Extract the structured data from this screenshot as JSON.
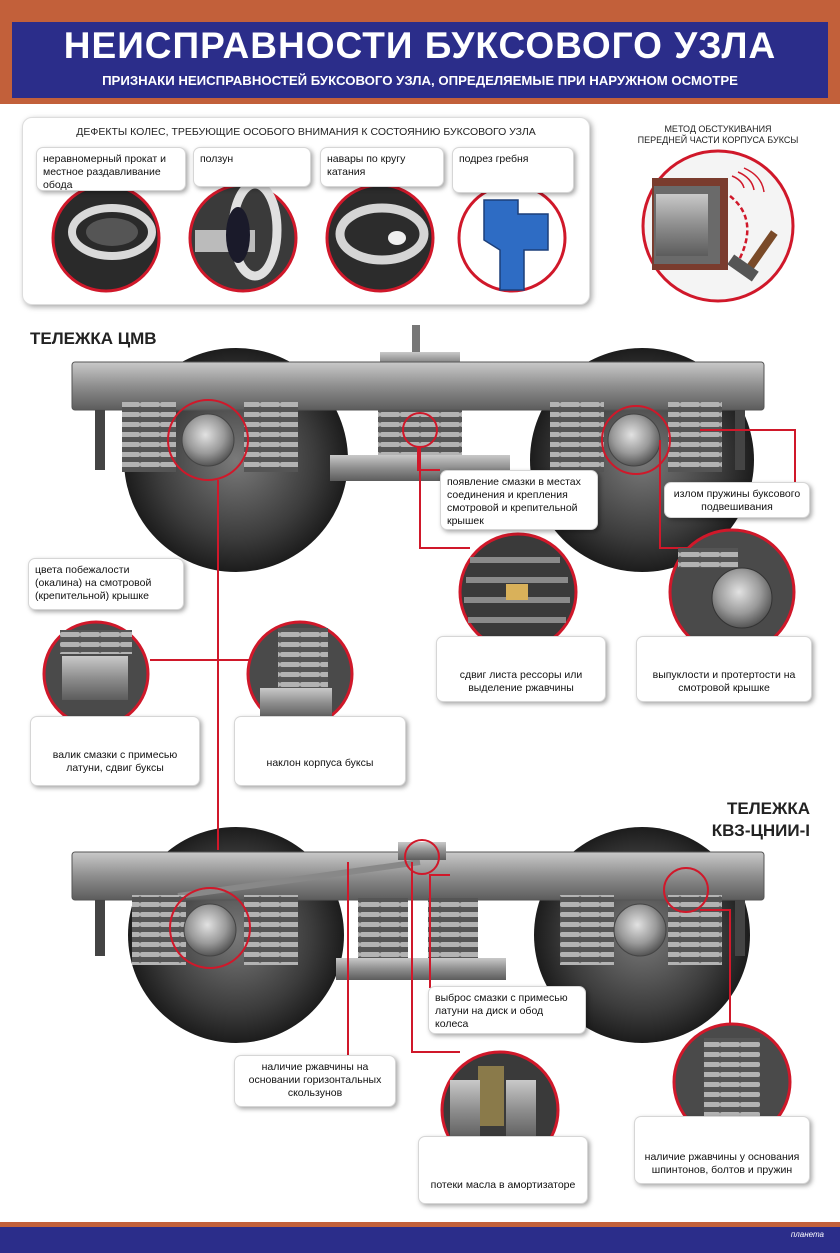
{
  "title": "НЕИСПРАВНОСТИ БУКСОВОГО УЗЛА",
  "subtitle": "ПРИЗНАКИ НЕИСПРАВНОСТЕЙ БУКСОВОГО УЗЛА, ОПРЕДЕЛЯЕМЫЕ ПРИ НАРУЖНОМ ОСМОТРЕ",
  "wheel_defects": {
    "heading": "ДЕФЕКТЫ КОЛЕС, ТРЕБУЮЩИЕ ОСОБОГО ВНИМАНИЯ К СОСТОЯНИЮ БУКСОВОГО УЗЛА",
    "items": [
      "неравномерный прокат и местное раздавливание обода",
      "ползун",
      "навары по кругу катания",
      "подрез гребня"
    ]
  },
  "method": {
    "line1": "МЕТОД ОБСТУКИВАНИЯ",
    "line2": "ПЕРЕДНЕЙ ЧАСТИ КОРПУСА БУКСЫ"
  },
  "bogie_cmv": {
    "label": "ТЕЛЕЖКА ЦМВ",
    "callouts": {
      "grease_covers": "появление смазки в местах соединения и крепления смотровой и крепительной крышек",
      "spring_break": "излом пружины буксового подвешивания",
      "temper_colors": "цвета побежалости (окалина) на смотровой (крепительной) крышке",
      "spring_leaf": "сдвиг листа рессоры или выделение ржавчины",
      "bulges": "выпуклости и протертости на смотровой крышке",
      "grease_roller": "валик смазки с примесью латуни, сдвиг буксы",
      "tilt": "наклон корпуса буксы"
    }
  },
  "bogie_kvz": {
    "label_line1": "ТЕЛЕЖКА",
    "label_line2": "КВЗ-ЦНИИ-I",
    "callouts": {
      "grease_disk": "выброс смазки с примесью латуни на диск и обод колеса",
      "rust_sliders": "наличие ржавчины на основании горизонтальных скользунов",
      "rust_base": "наличие ржавчины у основания шпинтонов, болтов и пружин",
      "oil_damper": "потеки масла в амортизаторе"
    }
  },
  "publisher": "планета",
  "colors": {
    "frame": "#c2603a",
    "header": "#2b2d8a",
    "callout_line": "#d0182a"
  }
}
